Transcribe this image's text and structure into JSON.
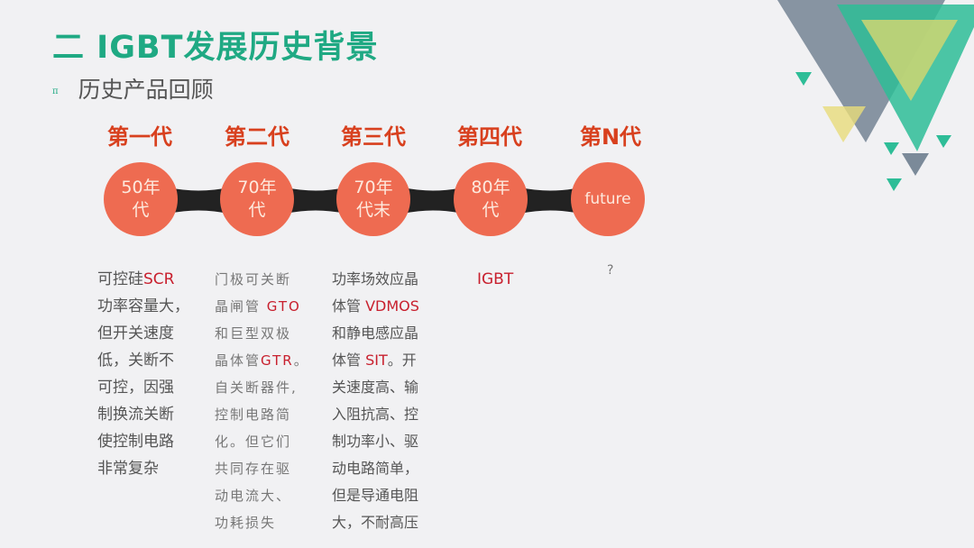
{
  "title": "二 IGBT发展历史背景",
  "subtitle": {
    "bullet": "π",
    "text": "历史产品回顾"
  },
  "colors": {
    "accent": "#1fa983",
    "generation": "#d8401e",
    "circle": "#ee6b51",
    "highlight": "#c8202e"
  },
  "generations": [
    {
      "label": "第一代",
      "era_line1": "50年",
      "era_line2": "代"
    },
    {
      "label": "第二代",
      "era_line1": "70年",
      "era_line2": "代"
    },
    {
      "label": "第三代",
      "era_line1": "70年",
      "era_line2": "代末"
    },
    {
      "label": "第四代",
      "era_line1": "80年",
      "era_line2": "代"
    },
    {
      "label": "第N代",
      "era_line1": "future",
      "era_line2": ""
    }
  ],
  "descriptions": {
    "gen1": {
      "pre": "可控硅",
      "hl": "SCR",
      "lines": [
        "功率容量大，",
        "但开关速度",
        "低，关断不",
        "可控，因强",
        "制换流关断",
        "使控制电路",
        "非常复杂"
      ]
    },
    "gen2": {
      "l1": "门极可关断",
      "l2pre": "晶闸管 ",
      "l2hl": "GTO",
      "l3": "和巨型双极",
      "l4pre": "晶体管",
      "l4hl": "GTR",
      "l4post": "。",
      "rest": [
        "自关断器件,",
        "控制电路简",
        "化。但它们",
        "共同存在驱",
        "动电流大、",
        "功耗损失"
      ]
    },
    "gen3": {
      "l1": "功率场效应晶",
      "l2pre": "体管 ",
      "l2hl": "VDMOS",
      "l3": "和静电感应晶",
      "l4pre": "体管 ",
      "l4hl": "SIT",
      "l4post": "。开",
      "rest": [
        "关速度高、输",
        "入阻抗高、控",
        "制功率小、驱",
        "动电路简单，",
        "但是导通电阻",
        "大，不耐高压"
      ]
    },
    "gen4": "IGBT",
    "genN": "?"
  }
}
